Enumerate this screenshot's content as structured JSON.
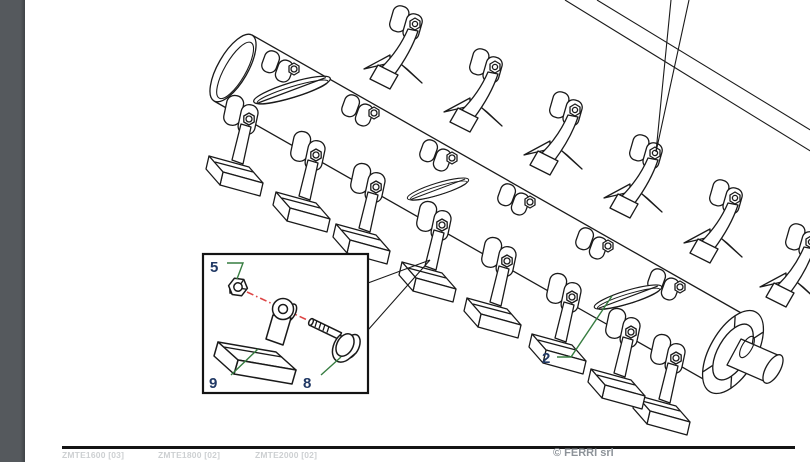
{
  "diagram": {
    "title_hint": "exploded parts drawing of flail mower rotor",
    "part_labels": {
      "p2": "2",
      "p5": "5",
      "p8": "8",
      "p9": "9"
    },
    "colors": {
      "leader_green": "#377d41",
      "axis_red": "#dd4545",
      "label_navy": "#203864",
      "line_black": "#1a1a1a",
      "sidebar_gray": "#54585c"
    }
  },
  "footer": {
    "sheets": [
      {
        "label": "ZMTE1600 [03]"
      },
      {
        "label": "ZMTE1800 [02]"
      },
      {
        "label": "ZMTE2000 [02]"
      }
    ],
    "copyright": "© FERRI srl"
  }
}
